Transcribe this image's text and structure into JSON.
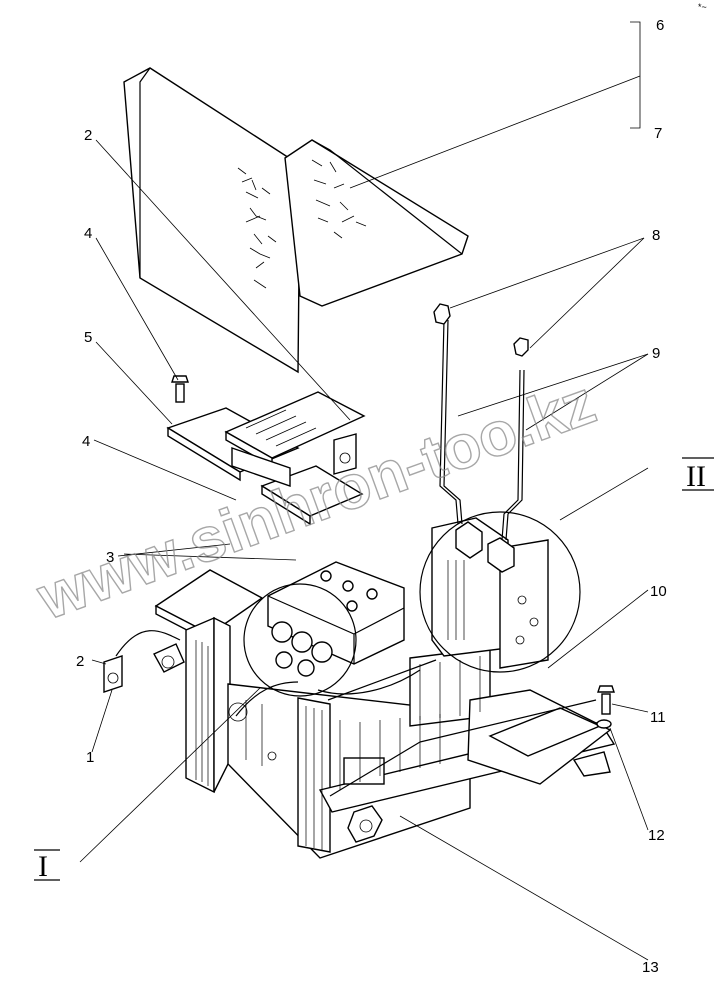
{
  "callouts": [
    "1",
    "2",
    "2",
    "3",
    "4",
    "4",
    "5",
    "6",
    "7",
    "8",
    "9",
    "10",
    "11",
    "12",
    "13"
  ],
  "section_marks": [
    "I",
    "II"
  ],
  "watermark": "www.sinhron-too.kz",
  "corner_mark": "*~"
}
